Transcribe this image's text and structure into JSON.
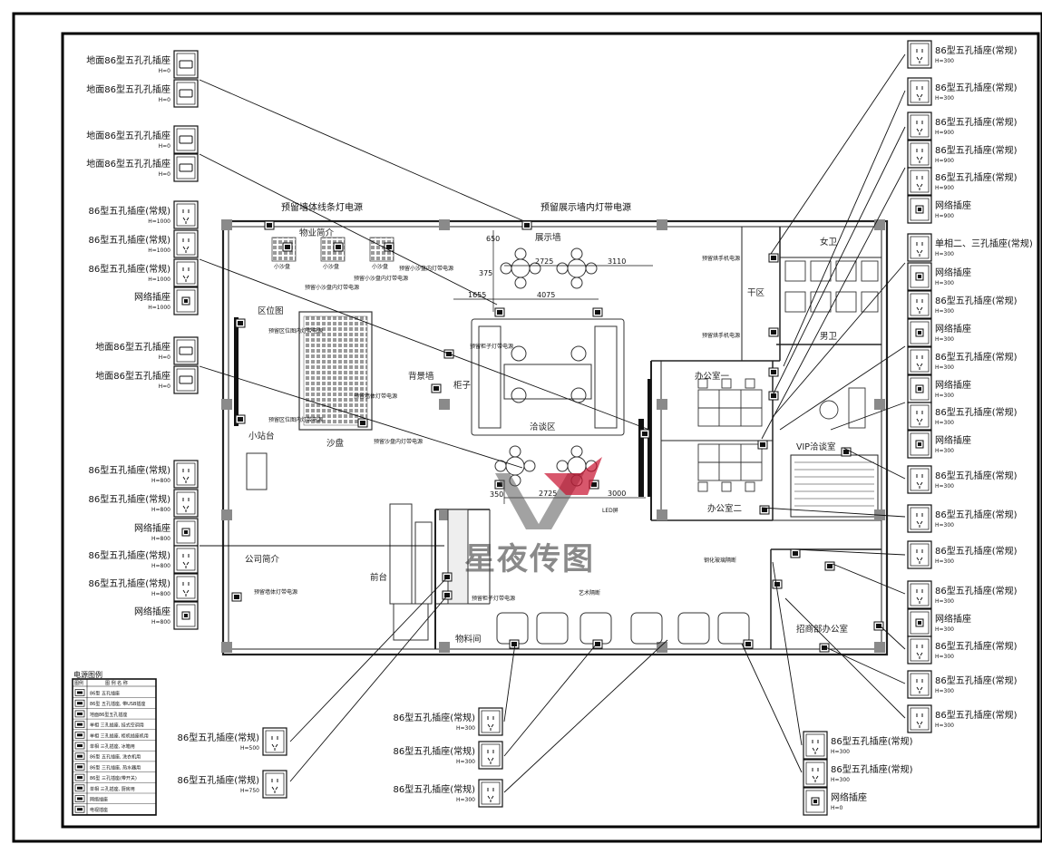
{
  "title": "",
  "rooms": {
    "wuye": "物业简介",
    "zhanshi": "展示墙",
    "shapan": "沙盘",
    "qiatan": "洽谈区",
    "beijing": "背景墙",
    "guizi": "柜子",
    "xiaozhantai": "小站台",
    "gongsi": "公司简介",
    "qiantai": "前台",
    "wuliao": "物料间",
    "bangong1": "办公室一",
    "bangong2": "办公室二",
    "vip": "VIP洽谈室",
    "nvwei": "女卫",
    "nanwei": "男卫",
    "ganqu": "干区",
    "zhaoshang": "招商部办公室",
    "quweitu": "区位图",
    "xiaoshapan1": "小沙盘",
    "xiaoshapan2": "小沙盘",
    "xiaoshapan3": "小沙盘",
    "led": "LED屏"
  },
  "notes": {
    "qiangti_top": "预留墙体线条灯电源",
    "zhanshi_top": "预留展示墙内灯带电源",
    "xiaoshapan_a": "预留小沙盘内灯带电源",
    "xiaoshapan_b": "预留小沙盘内灯带电源",
    "xiaoshapan_c": "预留小沙盘内灯带电源",
    "quwei_a": "预留区位图内灯带电源",
    "quwei_b": "预留区位图内灯带电源",
    "guizi_a": "预留柜子灯带电源",
    "qiangti_mid": "预留墙体灯带电源",
    "shapan": "预留沙盘内灯带电源",
    "gongsi": "预留墙体灯带电源",
    "guizi_b": "预留柜子灯带电源",
    "yishu": "艺术隔断",
    "gangbo": "钢化玻璃隔断",
    "xishou_a": "预留烘手机电源",
    "xishou_b": "预留烘手机电源"
  },
  "dimensions": {
    "d2725a": "2725",
    "d3110": "3110",
    "d1655": "1655",
    "d4075": "4075",
    "d650": "650",
    "d375": "375",
    "d2725b": "2725",
    "d3000": "3000",
    "d350": "350"
  },
  "left_labels": [
    {
      "text": "地面86型五孔孔插座",
      "h": "H=0"
    },
    {
      "text": "地面86型五孔孔插座",
      "h": "H=0"
    },
    {
      "text": "地面86型五孔孔插座",
      "h": "H=0"
    },
    {
      "text": "地面86型五孔孔插座",
      "h": "H=0"
    },
    {
      "text": "86型五孔插座(常规)",
      "h": "H=1000"
    },
    {
      "text": "86型五孔插座(常规)",
      "h": "H=1000"
    },
    {
      "text": "86型五孔插座(常规)",
      "h": "H=1000"
    },
    {
      "text": "网络插座",
      "h": "H=1000"
    },
    {
      "text": "地面86型五孔插座",
      "h": "H=0"
    },
    {
      "text": "地面86型五孔插座",
      "h": "H=0"
    },
    {
      "text": "86型五孔插座(常规)",
      "h": "H=800"
    },
    {
      "text": "86型五孔插座(常规)",
      "h": "H=800"
    },
    {
      "text": "网络插座",
      "h": "H=800"
    },
    {
      "text": "86型五孔插座(常规)",
      "h": "H=800"
    },
    {
      "text": "86型五孔插座(常规)",
      "h": "H=800"
    },
    {
      "text": "网络插座",
      "h": "H=800"
    }
  ],
  "right_labels": [
    {
      "text": "86型五孔插座(常规)",
      "h": "H=300"
    },
    {
      "text": "86型五孔插座(常规)",
      "h": "H=300"
    },
    {
      "text": "86型五孔插座(常规)",
      "h": "H=900"
    },
    {
      "text": "86型五孔插座(常规)",
      "h": "H=900"
    },
    {
      "text": "86型五孔插座(常规)",
      "h": "H=900"
    },
    {
      "text": "网络插座",
      "h": "H=900"
    },
    {
      "text": "单相二、三孔插座(常规)",
      "h": "H=300"
    },
    {
      "text": "网络插座",
      "h": "H=300"
    },
    {
      "text": "86型五孔插座(常规)",
      "h": "H=300"
    },
    {
      "text": "网络插座",
      "h": "H=300"
    },
    {
      "text": "86型五孔插座(常规)",
      "h": "H=300"
    },
    {
      "text": "网络插座",
      "h": "H=300"
    },
    {
      "text": "86型五孔插座(常规)",
      "h": "H=300"
    },
    {
      "text": "网络插座",
      "h": "H=300"
    },
    {
      "text": "86型五孔插座(常规)",
      "h": "H=300"
    },
    {
      "text": "86型五孔插座(常规)",
      "h": "H=300"
    },
    {
      "text": "86型五孔插座(常规)",
      "h": "H=300"
    },
    {
      "text": "86型五孔插座(常规)",
      "h": "H=300"
    },
    {
      "text": "网络插座",
      "h": "H=300"
    },
    {
      "text": "86型五孔插座(常规)",
      "h": "H=300"
    },
    {
      "text": "86型五孔插座(常规)",
      "h": "H=300"
    },
    {
      "text": "86型五孔插座(常规)",
      "h": "H=300"
    }
  ],
  "bottom_labels": [
    {
      "text": "86型五孔插座(常规)",
      "h": "H=500"
    },
    {
      "text": "86型五孔插座(常规)",
      "h": "H=750"
    },
    {
      "text": "86型五孔插座(常规)",
      "h": "H=300"
    },
    {
      "text": "86型五孔插座(常规)",
      "h": "H=300"
    },
    {
      "text": "86型五孔插座(常规)",
      "h": "H=300"
    },
    {
      "text": "86型五孔插座(常规)",
      "h": "H=300"
    },
    {
      "text": "86型五孔插座(常规)",
      "h": "H=300"
    },
    {
      "text": "网络插座",
      "h": "H=0"
    }
  ],
  "legend": {
    "title": "电源图例",
    "header_a": "图例",
    "header_b": "图 例 名 称",
    "rows": [
      "86型 五孔插座",
      "86型 五孔插座, 带USB插座",
      "地面86型五孔插座",
      "单相 三孔插座, 挂式空调用",
      "单相 三孔插座, 柜机插座机用",
      "单相 三孔插座, 冰箱用",
      "86型 五孔插座, 洗衣机用",
      "86型 三孔插座, 热水器用",
      "86型 三孔插座(带开关)",
      "单相 三孔插座, 厨房用",
      "网络插座",
      "电视插座"
    ]
  },
  "watermark": "星夜传图"
}
